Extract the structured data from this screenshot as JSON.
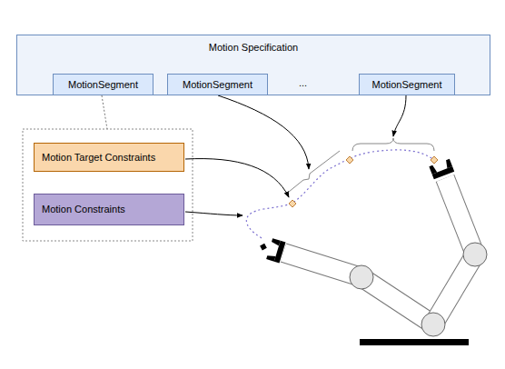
{
  "diagram": {
    "nodes": [
      {
        "text": [
          "Motion Specification"
        ]
      },
      {
        "text": [
          "MotionSegment"
        ],
        "in": 0
      },
      {
        "text": [
          "MotionSegment"
        ],
        "in": 0
      },
      {
        "text": [
          "MotionSegment"
        ],
        "in": 0
      },
      {
        "text": [
          "Motion Target Constraints"
        ]
      },
      {
        "text": [
          "Motion Constraints"
        ]
      }
    ],
    "labels": [
      "..."
    ]
  }
}
